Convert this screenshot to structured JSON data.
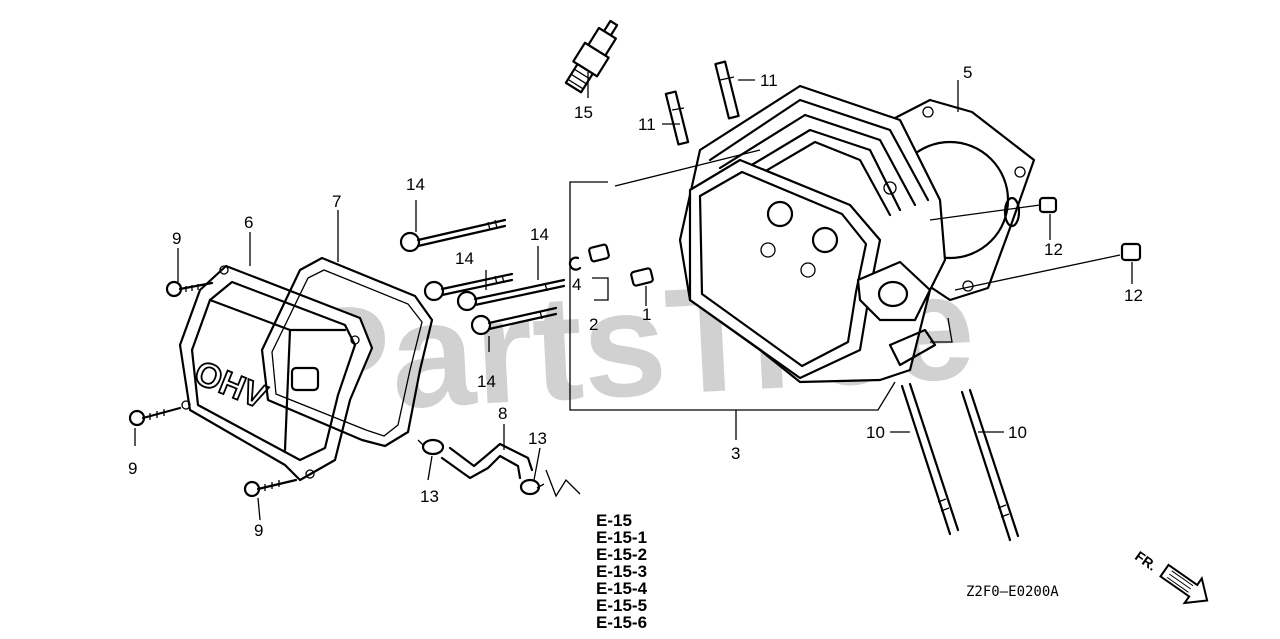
{
  "watermark": "PartsTree",
  "labels": {
    "p1": "1",
    "p2": "2",
    "p3": "3",
    "p4": "4",
    "p5": "5",
    "p6": "6",
    "p7": "7",
    "p8": "8",
    "p9": "9",
    "p10": "10",
    "p11": "11",
    "p12": "12",
    "p13": "13",
    "p14": "14",
    "p15": "15"
  },
  "references": [
    "E-15",
    "E-15-1",
    "E-15-2",
    "E-15-3",
    "E-15-4",
    "E-15-5",
    "E-15-6"
  ],
  "diagram_code": "Z2F0—E0200A",
  "direction_label": "FR."
}
